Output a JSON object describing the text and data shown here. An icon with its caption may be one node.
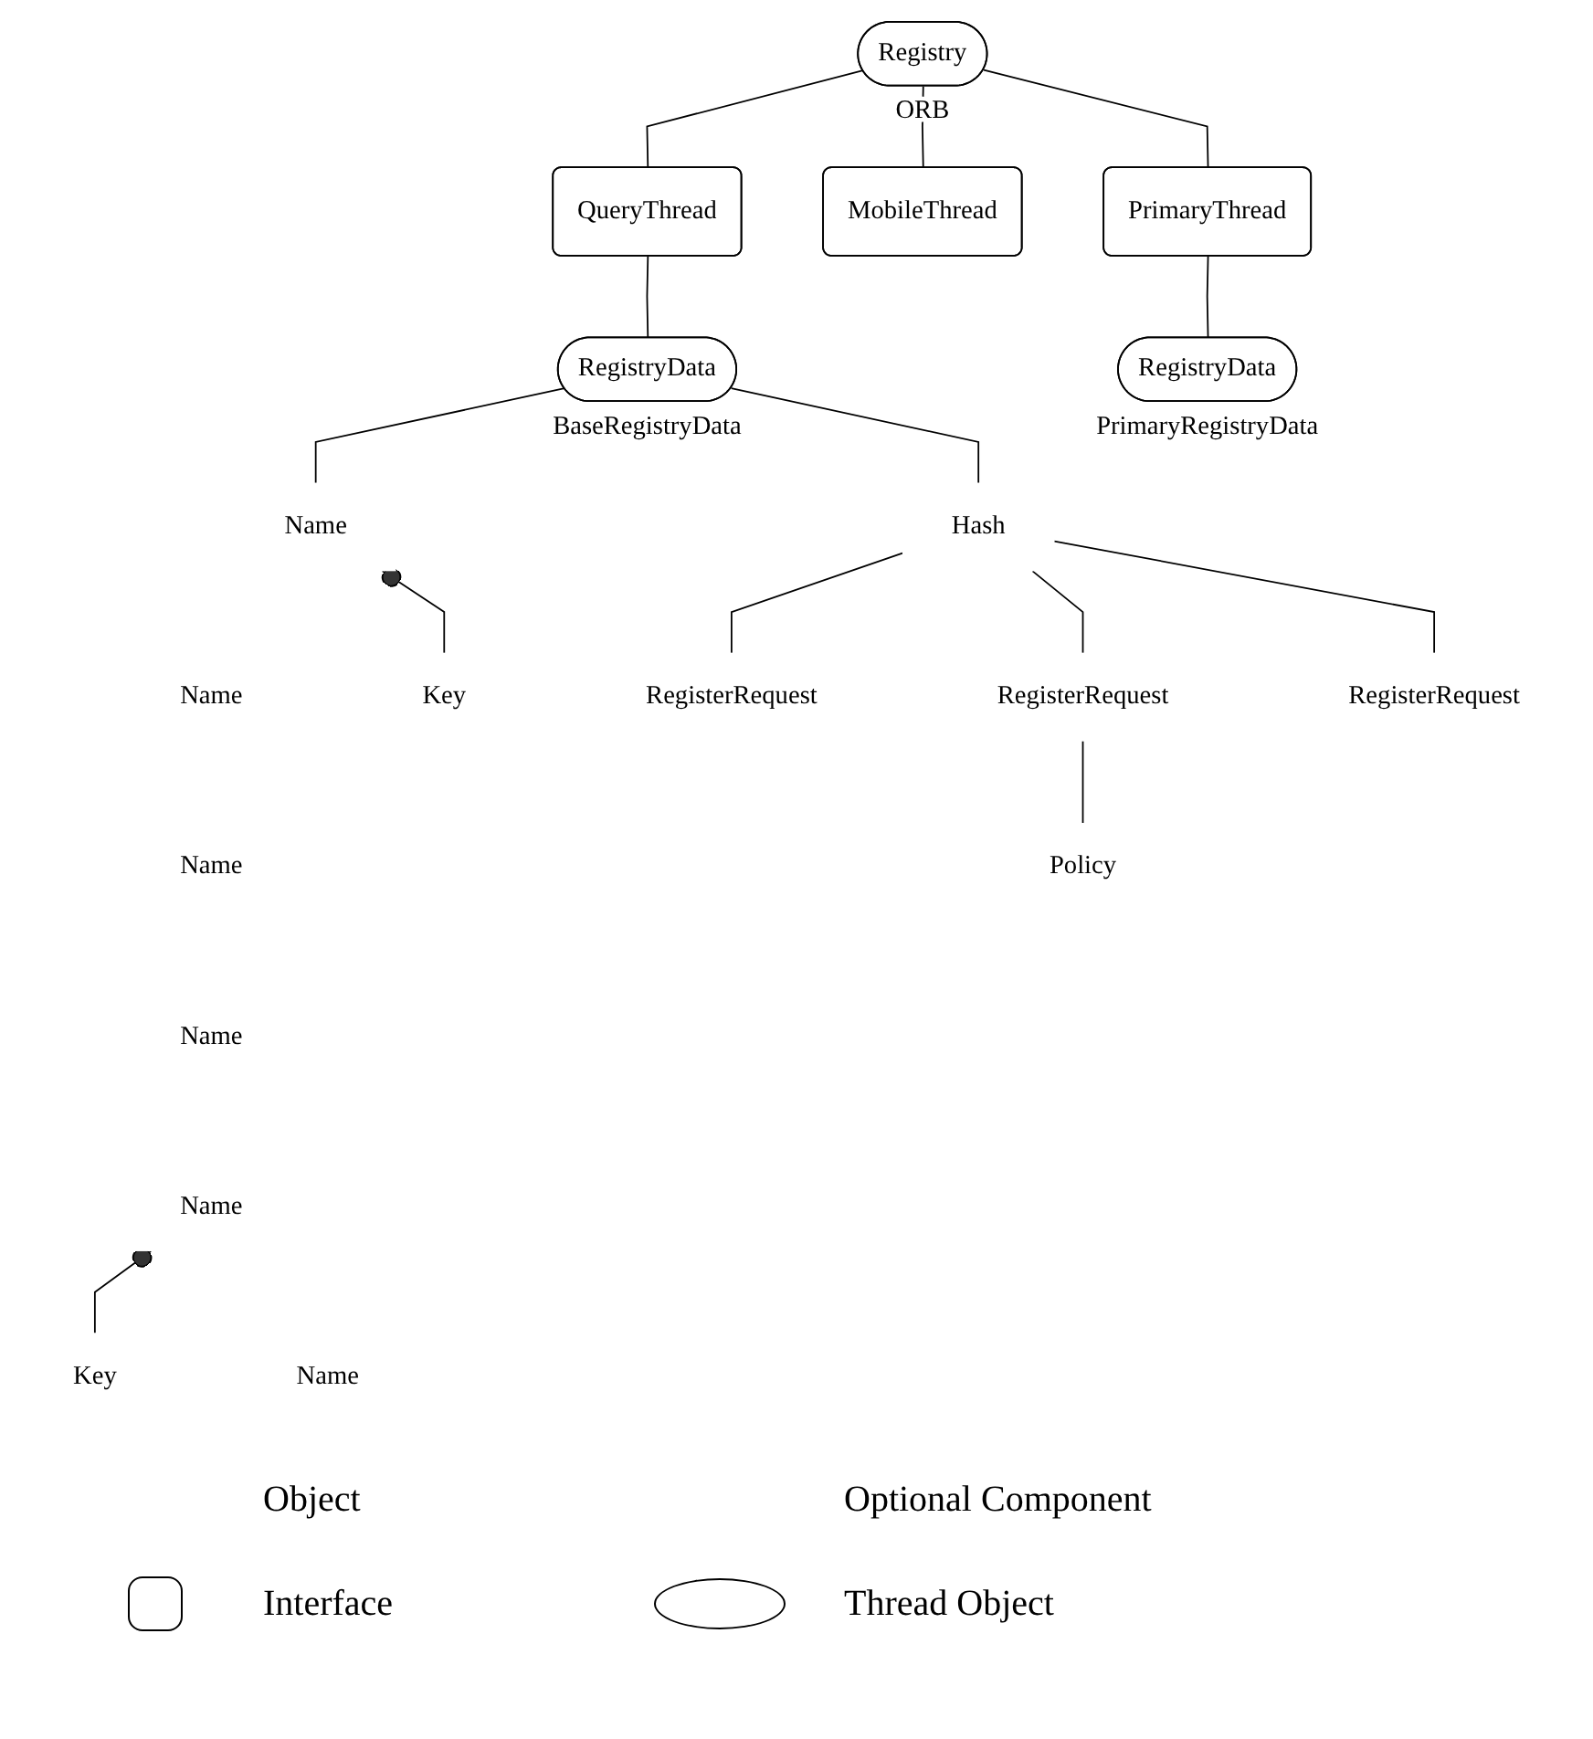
{
  "diagram": {
    "nodes": [
      {
        "text": [
          "Registry"
        ],
        "beside": [
          "ORB"
        ]
      },
      {
        "text": [
          "QueryThread"
        ]
      },
      {
        "text": [
          "MobileThread"
        ]
      },
      {
        "text": [
          "PrimaryThread"
        ]
      },
      {
        "text": [
          "RegistryData"
        ],
        "beside": [
          "BaseRegistryData"
        ]
      },
      {
        "text": [
          "RegistryData"
        ],
        "beside": [
          "PrimaryRegistryData"
        ]
      },
      {
        "text": [
          "Name"
        ]
      },
      {
        "text": [
          "Name"
        ]
      },
      {
        "text": [
          "Name"
        ]
      },
      {
        "text": [
          "Name"
        ]
      },
      {
        "text": [
          "Name"
        ]
      },
      {
        "text": [
          "Name"
        ]
      },
      {
        "text": [
          "Key"
        ]
      },
      {
        "text": [
          "Key"
        ]
      },
      {
        "text": [
          "Hash"
        ]
      },
      {
        "text": [
          "RegisterRequest"
        ]
      },
      {
        "text": [
          "RegisterRequest"
        ]
      },
      {
        "text": [
          "RegisterRequest"
        ]
      },
      {
        "text": [
          "Policy"
        ]
      }
    ],
    "edges": [
      {
        "from": 0,
        "to": 1,
        "arrow": "none"
      },
      {
        "from": 0,
        "to": 2,
        "arrow": "none"
      },
      {
        "from": 0,
        "to": 3,
        "arrow": "none"
      },
      {
        "from": 1,
        "to": 4,
        "arrow": "none"
      },
      {
        "from": 3,
        "to": 5,
        "arrow": "none"
      },
      {
        "from": 4,
        "to": 6,
        "arrow": "none"
      },
      {
        "from": 4,
        "to": 14,
        "arrow": "none"
      },
      {
        "from": 6,
        "to": 12,
        "arrow": "other"
      },
      {
        "from": 10,
        "to": 13,
        "arrow": "other"
      },
      {
        "from": 14,
        "to": 15,
        "arrow": "none"
      },
      {
        "from": 14,
        "to": 16,
        "arrow": "none"
      },
      {
        "from": 14,
        "to": 17,
        "arrow": "none"
      },
      {
        "from": 16,
        "to": 18,
        "arrow": "none"
      }
    ],
    "legend": [
      {
        "text": "Object"
      },
      {
        "text": "Optional Component"
      },
      {
        "text": "Interface"
      },
      {
        "text": "Thread Object"
      }
    ]
  }
}
